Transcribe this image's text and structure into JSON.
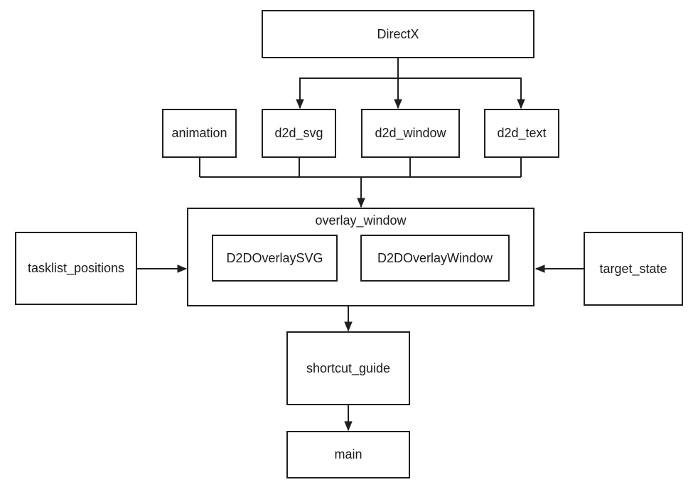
{
  "diagram": {
    "nodes": {
      "directx": {
        "label": "DirectX"
      },
      "animation": {
        "label": "animation"
      },
      "d2d_svg": {
        "label": "d2d_svg"
      },
      "d2d_window": {
        "label": "d2d_window"
      },
      "d2d_text": {
        "label": "d2d_text"
      },
      "overlay_window": {
        "label": "overlay_window"
      },
      "d2d_overlay_svg": {
        "label": "D2DOverlaySVG"
      },
      "d2d_overlay_window": {
        "label": "D2DOverlayWindow"
      },
      "tasklist_positions": {
        "label": "tasklist_positions"
      },
      "target_state": {
        "label": "target_state"
      },
      "shortcut_guide": {
        "label": "shortcut_guide"
      },
      "main": {
        "label": "main"
      }
    },
    "edges": [
      {
        "from": "DirectX",
        "to": "d2d_svg"
      },
      {
        "from": "DirectX",
        "to": "d2d_window"
      },
      {
        "from": "DirectX",
        "to": "d2d_text"
      },
      {
        "from": "animation",
        "to": "overlay_window"
      },
      {
        "from": "d2d_svg",
        "to": "overlay_window"
      },
      {
        "from": "d2d_window",
        "to": "overlay_window"
      },
      {
        "from": "d2d_text",
        "to": "overlay_window"
      },
      {
        "from": "tasklist_positions",
        "to": "overlay_window"
      },
      {
        "from": "target_state",
        "to": "overlay_window"
      },
      {
        "from": "overlay_window",
        "to": "shortcut_guide"
      },
      {
        "from": "shortcut_guide",
        "to": "main"
      }
    ],
    "colors": {
      "stroke": "#1f1f1f",
      "text": "#1a1a1a",
      "background": "#ffffff"
    }
  }
}
